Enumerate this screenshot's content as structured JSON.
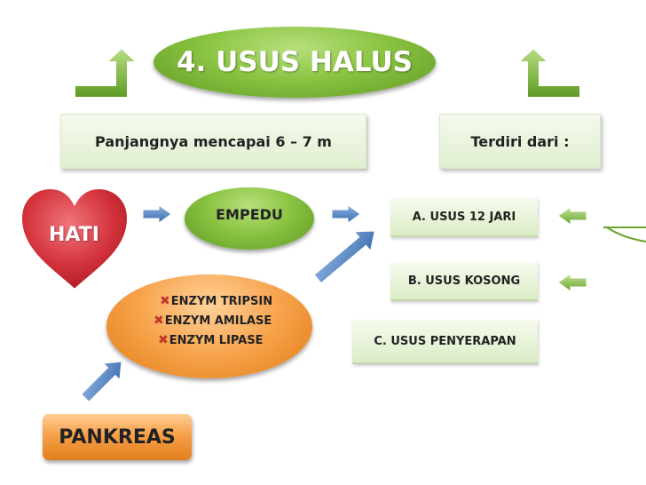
{
  "title": "4. USUS HALUS",
  "panjang": "Panjangnya mencapai 6 – 7 m",
  "terdiri": "Terdiri dari :",
  "hati": "HATI",
  "empedu": "EMPEDU",
  "enzymes": [
    "ENZYM TRIPSIN",
    "ENZYM AMILASE",
    "ENZYM LIPASE"
  ],
  "pankreas": "PANKREAS",
  "usus": [
    "A. USUS 12 JARI",
    "B. USUS  KOSONG",
    "C. USUS PENYERAPAN"
  ],
  "colors": {
    "green": "#8bc443",
    "orange": "#f6a14a",
    "heart_red": "#d3313a",
    "arrow_blue": "#4f81bd",
    "pale_green": "#e8f3dc"
  },
  "icons": [
    "bent-up-arrow-icon",
    "right-arrow-icon",
    "left-arrow-icon",
    "diagonal-arrow-icon",
    "heart-icon",
    "x-mark-icon"
  ]
}
